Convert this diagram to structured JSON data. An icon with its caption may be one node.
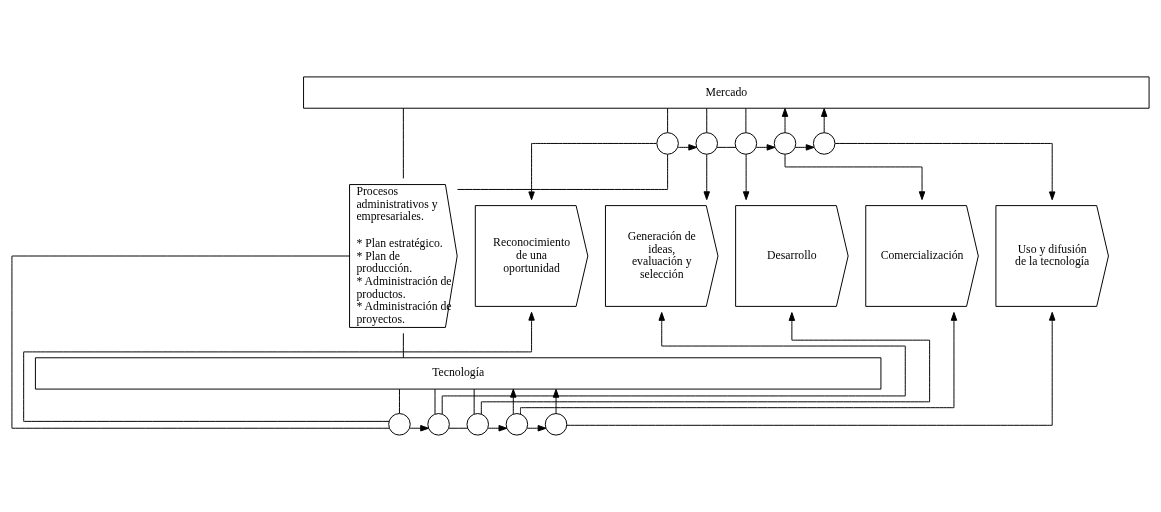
{
  "diagram": {
    "nodes": [
      {
        "text": [
          "Mercado"
        ]
      },
      {
        "text": [
          "Procesos administrativos y empresariales.",
          "* Plan estratégico.",
          "* Plan de producción.",
          "* Administración de productos.",
          "* Administración de proyectos."
        ]
      },
      {
        "text": [],
        "shape": "circle"
      },
      {
        "text": [],
        "shape": "circle"
      },
      {
        "text": [],
        "shape": "circle"
      },
      {
        "text": [],
        "shape": "circle"
      },
      {
        "text": [],
        "shape": "circle"
      },
      {
        "text": [
          "Reconocimiento de una oportunidad"
        ]
      },
      {
        "text": [
          "Generación de ideas, evaluación y selección"
        ]
      },
      {
        "text": [
          "Desarrollo"
        ]
      },
      {
        "text": [
          "Comercialización"
        ]
      },
      {
        "text": [
          "Uso y difusión de la tecnología"
        ]
      },
      {
        "text": [],
        "shape": "circle"
      },
      {
        "text": [],
        "shape": "circle"
      },
      {
        "text": [],
        "shape": "circle"
      },
      {
        "text": [],
        "shape": "circle"
      },
      {
        "text": [],
        "shape": "circle"
      },
      {
        "text": [
          "Tecnología"
        ]
      }
    ],
    "edges": [
      {
        "from": 0,
        "to": 1,
        "arrow": "none"
      },
      {
        "from": 1,
        "to": 17,
        "arrow": "none"
      },
      {
        "from": 1,
        "to": 2,
        "arrow": "none"
      },
      {
        "from": 2,
        "to": 3,
        "arrow": "to"
      },
      {
        "from": 3,
        "to": 4,
        "arrow": "none"
      },
      {
        "from": 4,
        "to": 5,
        "arrow": "to"
      },
      {
        "from": 5,
        "to": 6,
        "arrow": "to"
      },
      {
        "from": 1,
        "to": 12,
        "arrow": "none"
      },
      {
        "from": 12,
        "to": 13,
        "arrow": "to"
      },
      {
        "from": 13,
        "to": 14,
        "arrow": "none"
      },
      {
        "from": 14,
        "to": 15,
        "arrow": "to"
      },
      {
        "from": 15,
        "to": 16,
        "arrow": "to"
      },
      {
        "from": 0,
        "to": 2,
        "arrow": "none"
      },
      {
        "from": 2,
        "to": 7,
        "arrow": "to"
      },
      {
        "from": 0,
        "to": 3,
        "arrow": "none"
      },
      {
        "from": 3,
        "to": 8,
        "arrow": "to"
      },
      {
        "from": 0,
        "to": 4,
        "arrow": "none"
      },
      {
        "from": 4,
        "to": 9,
        "arrow": "to"
      },
      {
        "from": 5,
        "to": 0,
        "arrow": "to"
      },
      {
        "from": 5,
        "to": 10,
        "arrow": "to"
      },
      {
        "from": 6,
        "to": 0,
        "arrow": "to"
      },
      {
        "from": 6,
        "to": 11,
        "arrow": "to"
      },
      {
        "from": 12,
        "to": 7,
        "arrow": "to"
      },
      {
        "from": 17,
        "to": 12,
        "arrow": "none"
      },
      {
        "from": 13,
        "to": 8,
        "arrow": "to"
      },
      {
        "from": 17,
        "to": 13,
        "arrow": "none"
      },
      {
        "from": 14,
        "to": 9,
        "arrow": "to"
      },
      {
        "from": 17,
        "to": 14,
        "arrow": "none"
      },
      {
        "from": 15,
        "to": 10,
        "arrow": "to"
      },
      {
        "from": 15,
        "to": 17,
        "arrow": "to"
      },
      {
        "from": 16,
        "to": 11,
        "arrow": "to"
      },
      {
        "from": 16,
        "to": 17,
        "arrow": "to"
      }
    ]
  }
}
